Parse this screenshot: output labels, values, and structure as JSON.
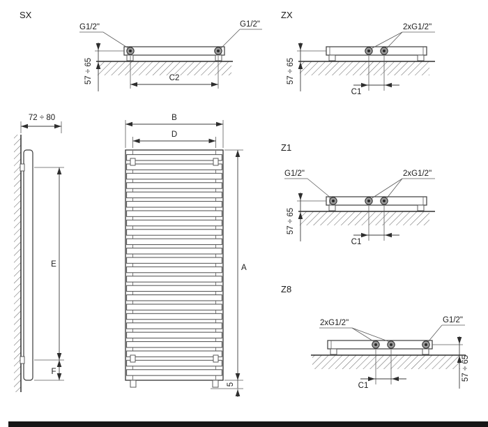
{
  "views": {
    "sx": {
      "title": "SX",
      "left_conn": "G1/2\"",
      "right_conn": "G1/2\"",
      "depth_dim": "57 ÷ 65",
      "spacing_dim": "C2"
    },
    "zx": {
      "title": "ZX",
      "center_conn": "2xG1/2\"",
      "depth_dim": "57 ÷ 65",
      "spacing_dim": "C1"
    },
    "z1": {
      "title": "Z1",
      "left_conn": "G1/2\"",
      "center_conn": "2xG1/2\"",
      "depth_dim": "57 ÷ 65",
      "spacing_dim": "C1"
    },
    "z8": {
      "title": "Z8",
      "center_conn": "2xG1/2\"",
      "right_conn": "G1/2\"",
      "depth_dim": "57 ÷ 65",
      "spacing_dim": "C1"
    },
    "side": {
      "depth_dim": "72 ÷ 80",
      "height_dim": "E",
      "bottom_dim": "F"
    },
    "front": {
      "width_dim": "B",
      "collector_dim": "D",
      "height_dim": "A",
      "bottom_gap_dim": "5"
    }
  }
}
